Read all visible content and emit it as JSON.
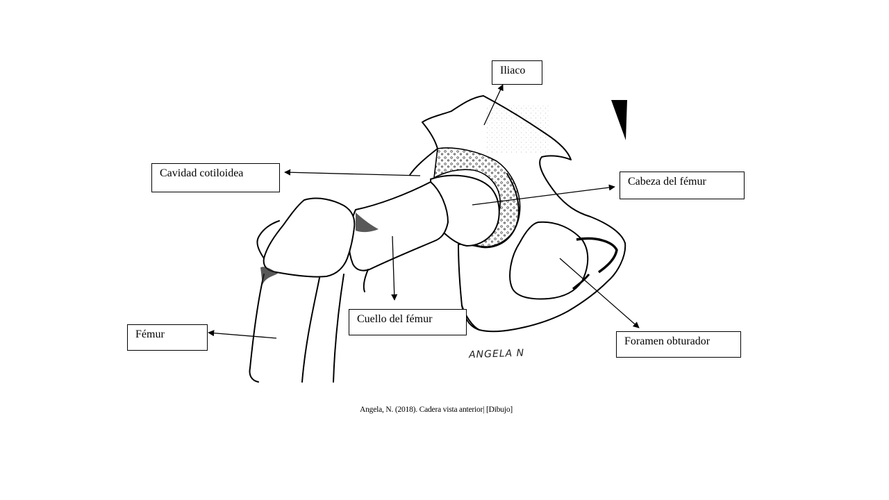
{
  "labels": {
    "iliaco": "Iliaco",
    "cavidad": "Cavidad cotiloidea",
    "cabeza": "Cabeza del fémur",
    "cuello": "Cuello del fémur",
    "femur": "Fémur",
    "foramen": "Foramen obturador"
  },
  "caption": "Angela, N. (2018). Cadera vista anterior| [Dibujo]",
  "signature": "ANGELA N"
}
